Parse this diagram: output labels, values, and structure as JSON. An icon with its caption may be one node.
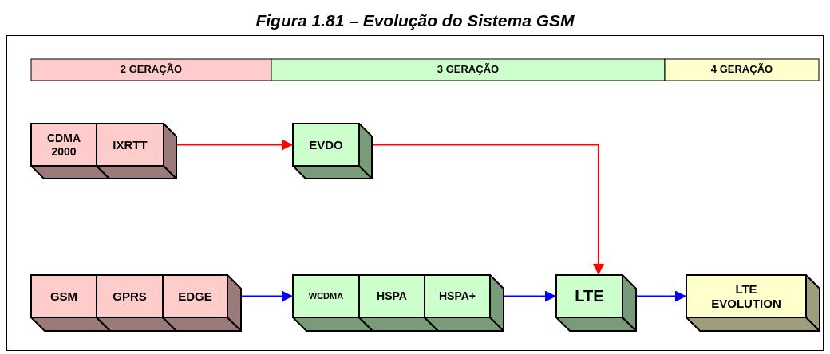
{
  "diagram": {
    "title": "Figura 1.81 – Evolução do Sistema GSM",
    "nodes": [
      {
        "text": [
          "2 GERAÇÃO"
        ]
      },
      {
        "text": [
          "3 GERAÇÃO"
        ]
      },
      {
        "text": [
          "4 GERAÇÃO"
        ]
      },
      {
        "text": [
          "CDMA 2000"
        ]
      },
      {
        "text": [
          "IXRTT"
        ]
      },
      {
        "text": [
          "EVDO"
        ]
      },
      {
        "text": [
          "GSM"
        ]
      },
      {
        "text": [
          "GPRS"
        ]
      },
      {
        "text": [
          "EDGE"
        ]
      },
      {
        "text": [
          "WCDMA"
        ]
      },
      {
        "text": [
          "HSPA"
        ]
      },
      {
        "text": [
          "HSPA+"
        ]
      },
      {
        "text": [
          "LTE"
        ]
      },
      {
        "text": [
          "LTE EVOLUTION"
        ]
      }
    ],
    "edges": [
      {
        "from": 4,
        "to": 5,
        "arrow": "to",
        "color": "#ff0000"
      },
      {
        "from": 5,
        "to": 12,
        "arrow": "to",
        "color": "#ff0000"
      },
      {
        "from": 8,
        "to": 9,
        "arrow": "to"
      },
      {
        "from": 11,
        "to": 12,
        "arrow": "to"
      },
      {
        "from": 12,
        "to": 13,
        "arrow": "to"
      }
    ]
  }
}
